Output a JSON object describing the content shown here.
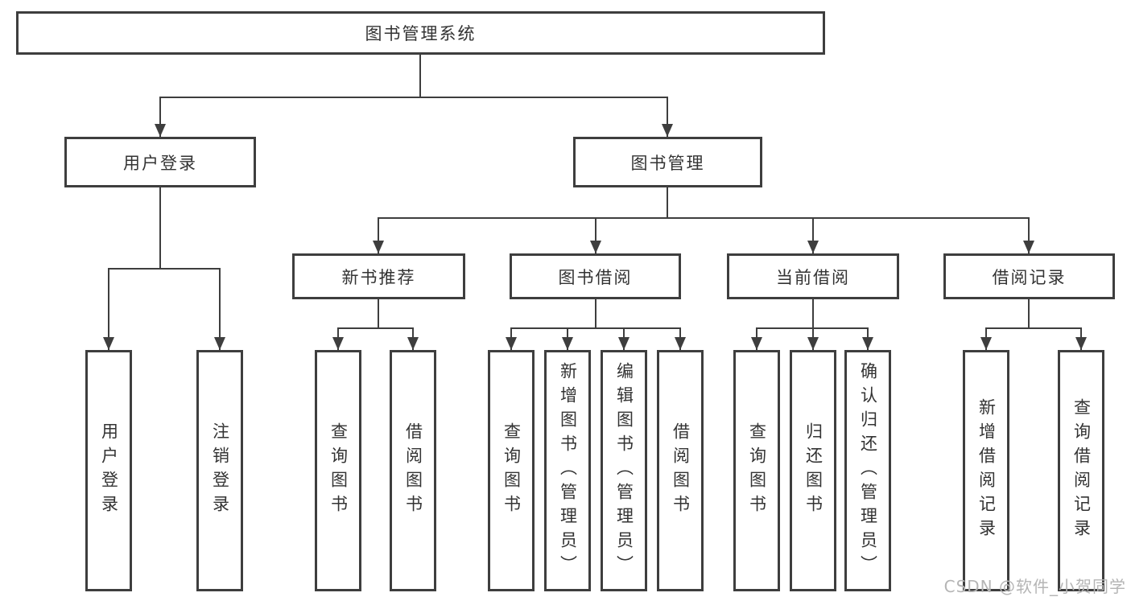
{
  "diagram": {
    "watermark": "CSDN @软件_小贺同学",
    "colors": {
      "line": "#3e3e3e",
      "text": "#333333",
      "background": "#ffffff",
      "watermark": "#b5b5b5"
    },
    "tree": {
      "root": {
        "label": "图书管理系统",
        "children": [
          {
            "label": "用户登录",
            "children": [
              {
                "label": "用户登录"
              },
              {
                "label": "注销登录"
              }
            ]
          },
          {
            "label": "图书管理",
            "children": [
              {
                "label": "新书推荐",
                "children": [
                  {
                    "label": "查询图书"
                  },
                  {
                    "label": "借阅图书"
                  }
                ]
              },
              {
                "label": "图书借阅",
                "children": [
                  {
                    "label": "查询图书"
                  },
                  {
                    "label": "新增图书（管理员）"
                  },
                  {
                    "label": "编辑图书（管理员）"
                  },
                  {
                    "label": "借阅图书"
                  }
                ]
              },
              {
                "label": "当前借阅",
                "children": [
                  {
                    "label": "查询图书"
                  },
                  {
                    "label": "归还图书"
                  },
                  {
                    "label": "确认归还（管理员）"
                  }
                ]
              },
              {
                "label": "借阅记录",
                "children": [
                  {
                    "label": "新增借阅记录"
                  },
                  {
                    "label": "查询借阅记录"
                  }
                ]
              }
            ]
          }
        ]
      }
    }
  }
}
